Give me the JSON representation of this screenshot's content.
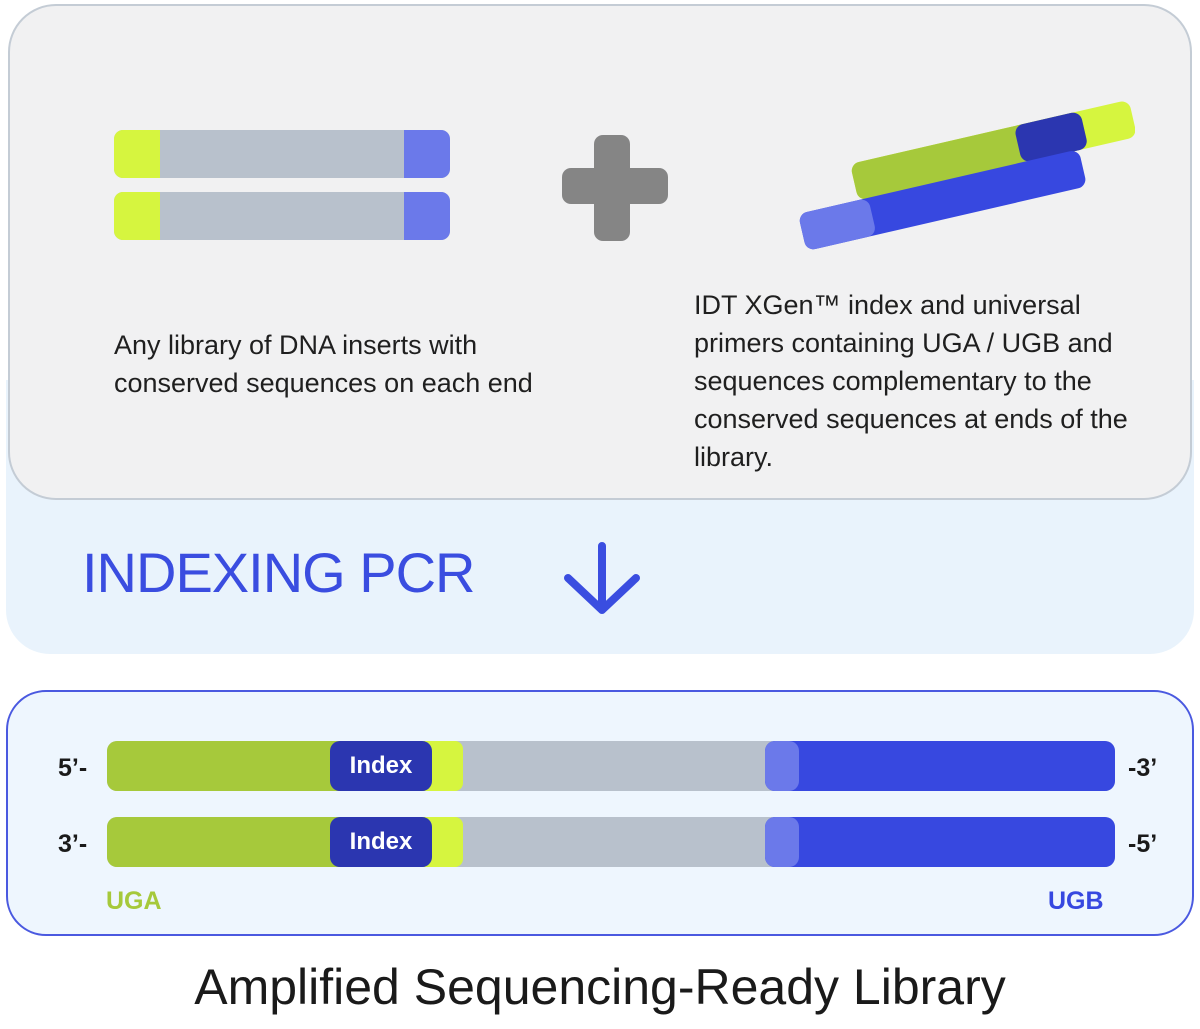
{
  "colors": {
    "conserved_green": "#d6f53f",
    "insert_gray": "#b8c1cc",
    "conserved_blue": "#6b79ea",
    "uga_green": "#a6c93b",
    "ugb_blue": "#3748e0",
    "index_navy": "#2b36b0",
    "plus_gray": "#858585",
    "accent_blue": "#3a4de0"
  },
  "top": {
    "library_description": "Any library of DNA inserts with conserved sequences on each end",
    "primer_description": "IDT XGen™ index and universal primers containing UGA / UGB and sequences complementary to the conserved sequences at ends of the library."
  },
  "pcr": {
    "title": "INDEXING PCR"
  },
  "result": {
    "strand1": {
      "left": "5’-",
      "right": "-3’",
      "index_label": "Index"
    },
    "strand2": {
      "left": "3’-",
      "right": "-5’",
      "index_label": "Index"
    },
    "left_end_label": "UGA",
    "right_end_label": "UGB"
  },
  "footer": {
    "title": "Amplified Sequencing-Ready Library"
  }
}
